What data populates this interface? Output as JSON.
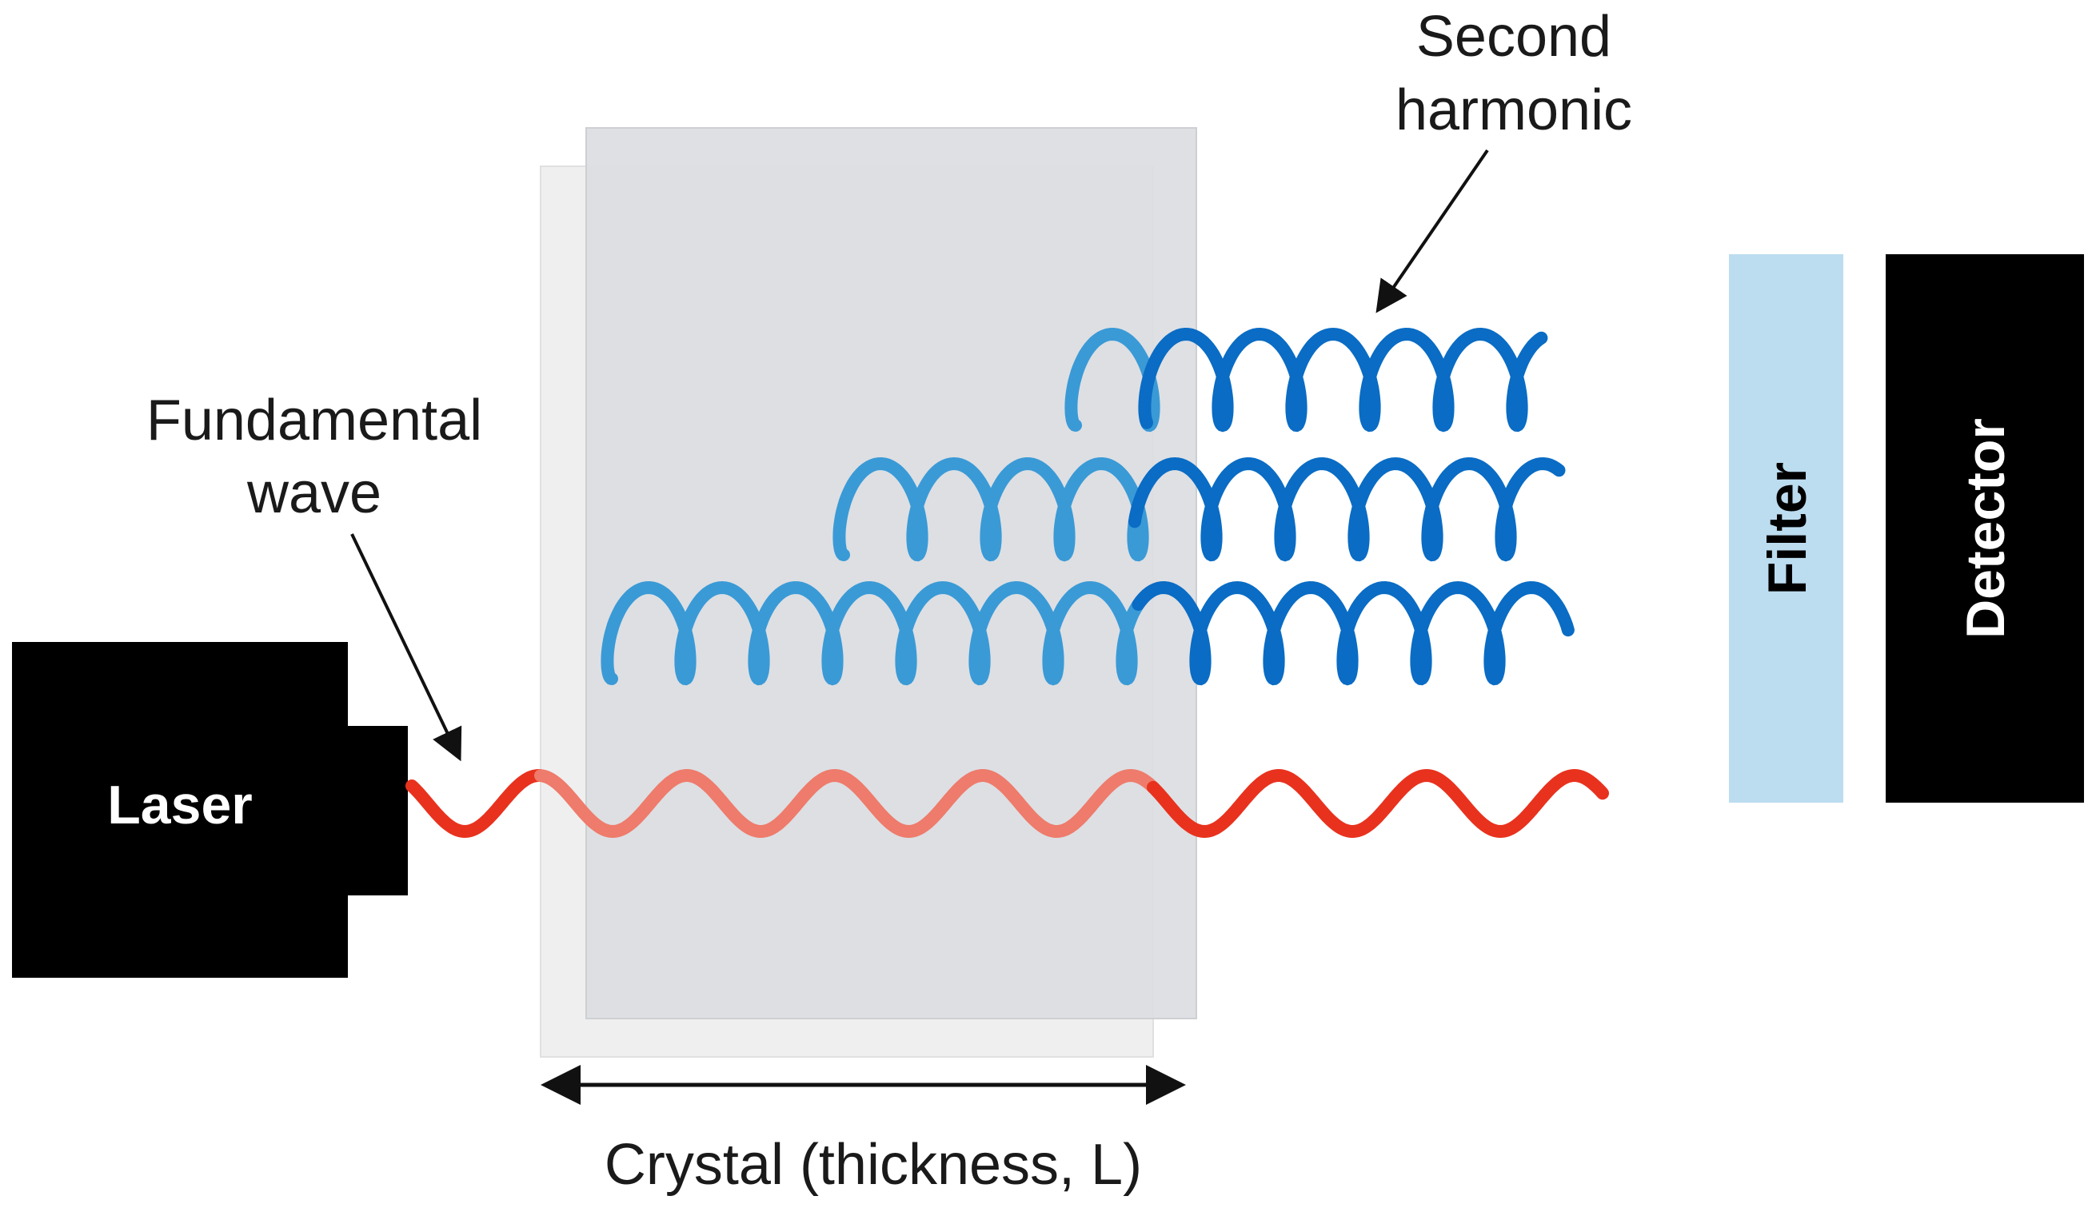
{
  "labels": {
    "second_harmonic_line1": "Second",
    "second_harmonic_line2": "harmonic",
    "fundamental_line1": "Fundamental",
    "fundamental_line2": "wave",
    "laser": "Laser",
    "filter": "Filter",
    "detector": "Detector",
    "crystal": "Crystal (thickness, L)"
  },
  "colors": {
    "fundamental_wave": "#e8321e",
    "fundamental_wave_in_crystal": "#ee7b6b",
    "second_harmonic": "#0a6cc4",
    "second_harmonic_in_crystal": "#3a9ad6",
    "crystal_front": "#dcdee2",
    "crystal_back": "#efefef",
    "filter": "#bcdcf0",
    "laser": "#000000",
    "detector": "#000000"
  },
  "icons": {
    "arrow_second_harmonic": "annotation-arrow",
    "arrow_fundamental": "annotation-arrow",
    "thickness_arrow": "double-headed-arrow"
  }
}
